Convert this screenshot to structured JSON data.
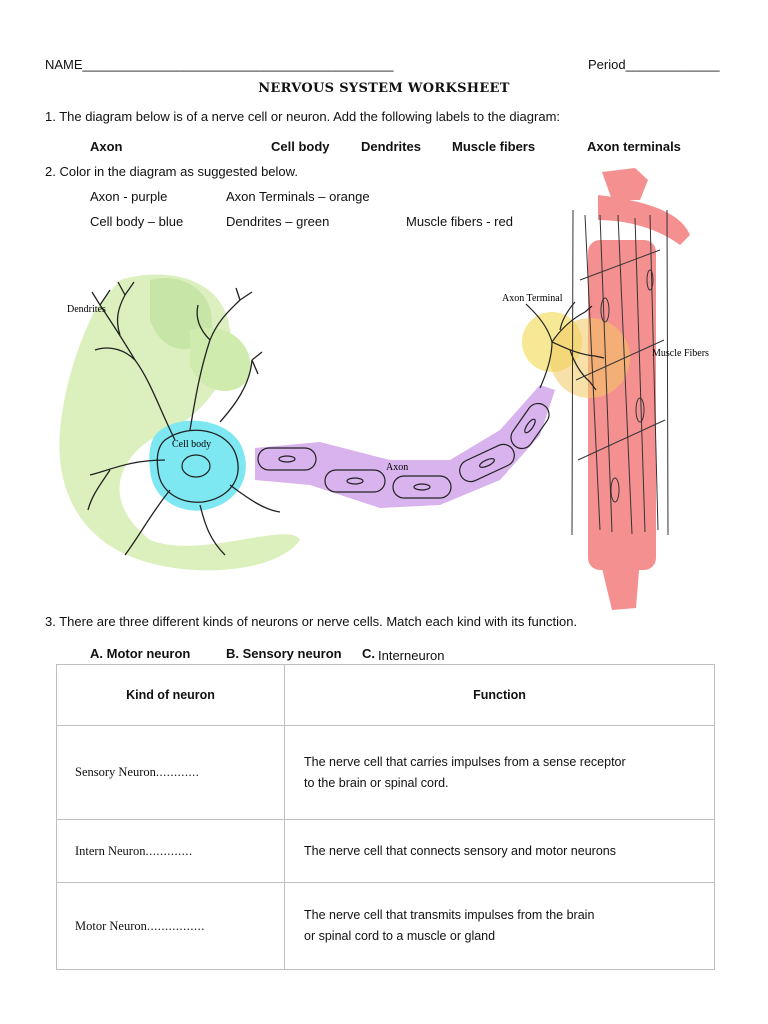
{
  "header": {
    "name_label": "NAME___________________________________________",
    "period_label": "Period_____________",
    "title": "NERVOUS SYSTEM WORKSHEET"
  },
  "q1": {
    "prompt": "1. The diagram below is of a nerve cell or neuron. Add the following labels to the diagram:",
    "labels": [
      "Axon",
      "Cell body",
      "Dendrites",
      "Muscle fibers",
      "Axon terminals"
    ]
  },
  "q2": {
    "prompt": "2. Color in the diagram as suggested below.",
    "colors": {
      "axon": "Axon - purple",
      "axon_terminals": "Axon Terminals – orange",
      "cell_body": "Cell body – blue",
      "dendrites": "Dendrites – green",
      "muscle_fibers": "Muscle fibers - red"
    }
  },
  "diagram": {
    "labels": {
      "dendrites": "Dendrites",
      "cell_body": "Cell body",
      "axon": "Axon",
      "axon_terminal": "Axon Terminal",
      "muscle_fibers": "Muscle Fibers"
    },
    "highlight_colors": {
      "dendrites": "#d6edb3",
      "cell_body": "#7de8f2",
      "axon": "#d9b3ee",
      "axon_terminal": "#f5e27a",
      "muscle": "#f26b6b"
    }
  },
  "q3": {
    "prompt": "3. There are three different kinds of neurons or nerve cells. Match each kind with its function.",
    "options": {
      "a": "A. Motor neuron",
      "b": "B. Sensory neuron",
      "c_letter": "C.",
      "c_text": "Interneuron"
    },
    "table": {
      "headers": [
        "Kind of neuron",
        "Function"
      ],
      "rows": [
        {
          "answer": "Sensory Neuron",
          "function_lines": [
            "The nerve cell that carries impulses from a sense receptor",
            "to the brain or spinal cord."
          ]
        },
        {
          "answer": "Intern Neuron",
          "function_lines": [
            "The nerve cell that connects sensory and motor neurons"
          ]
        },
        {
          "answer": "Motor Neuron",
          "function_lines": [
            "The nerve cell that transmits impulses from the brain",
            "or spinal cord to a muscle or gland"
          ]
        }
      ]
    }
  }
}
